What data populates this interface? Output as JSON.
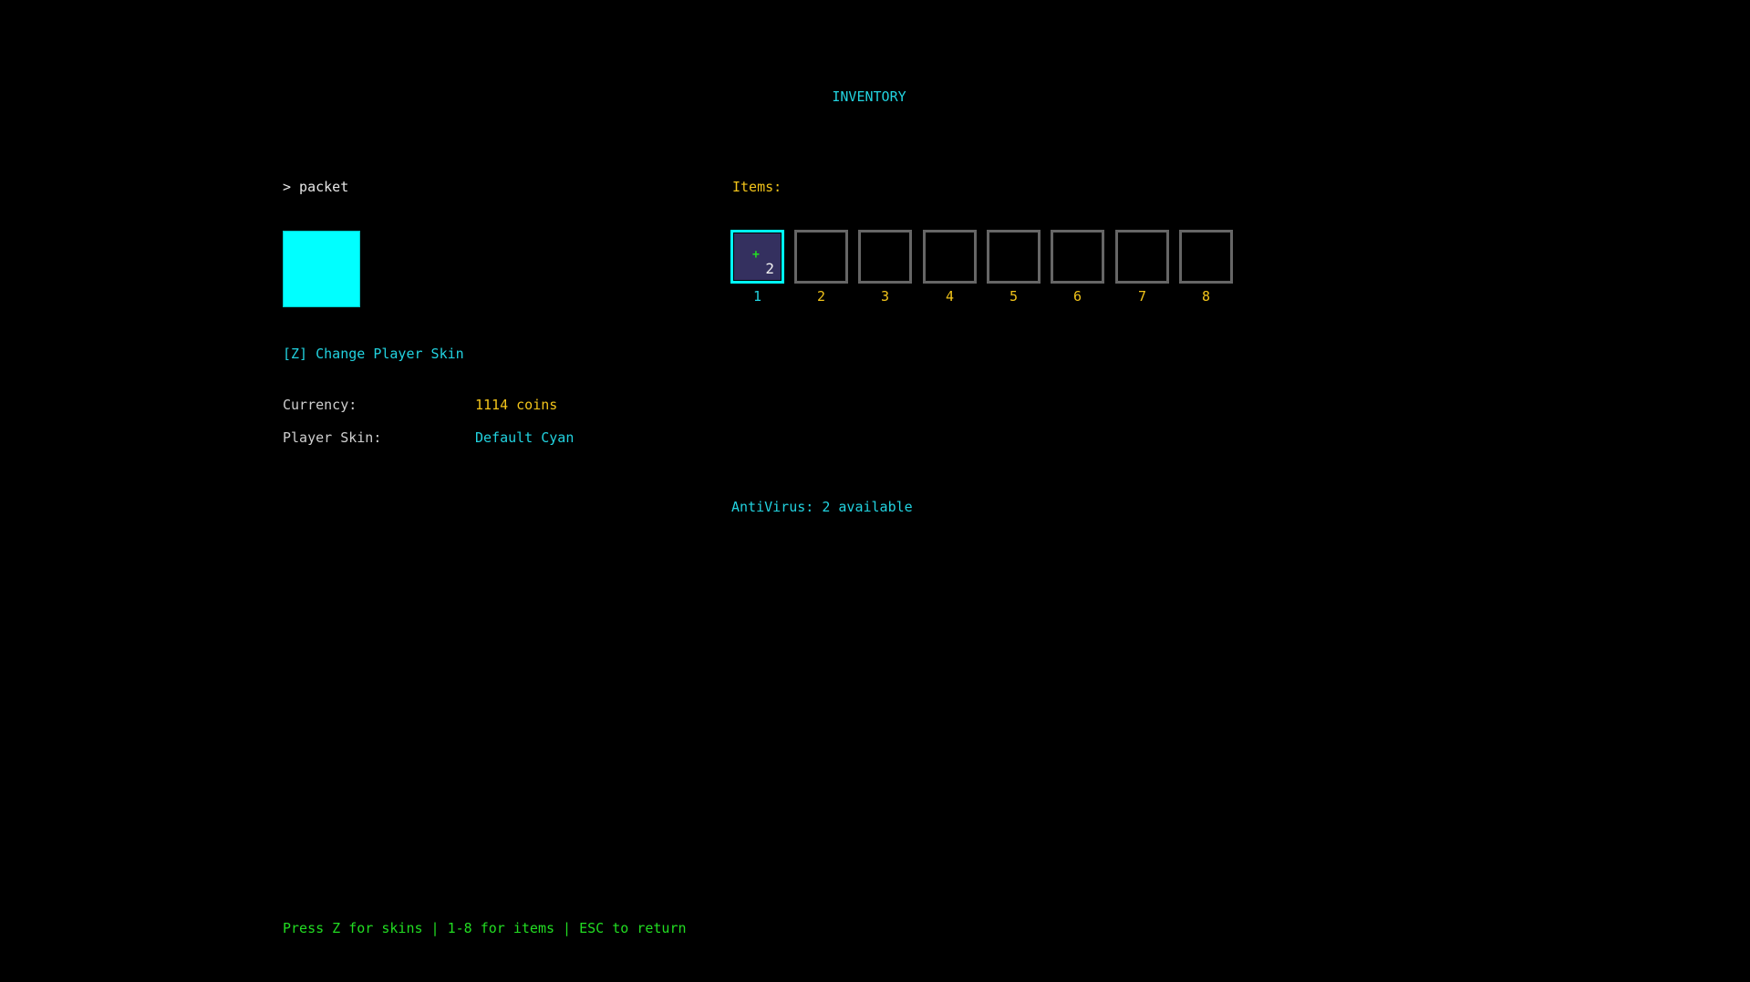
{
  "header": {
    "title": "INVENTORY"
  },
  "player": {
    "name_label": "> packet",
    "skin_preview_color": "#00ffff",
    "change_skin_label": "[Z] Change Player Skin",
    "stats": {
      "currency_label": "Currency:",
      "currency_value": "1114 coins",
      "skin_label": "Player Skin:",
      "skin_value": "Default Cyan"
    }
  },
  "items": {
    "label": "Items:",
    "slots": [
      {
        "number": "1",
        "selected": true,
        "icon": "plus-icon",
        "icon_glyph": "+",
        "count": "2"
      },
      {
        "number": "2",
        "selected": false,
        "icon": "",
        "icon_glyph": "",
        "count": ""
      },
      {
        "number": "3",
        "selected": false,
        "icon": "",
        "icon_glyph": "",
        "count": ""
      },
      {
        "number": "4",
        "selected": false,
        "icon": "",
        "icon_glyph": "",
        "count": ""
      },
      {
        "number": "5",
        "selected": false,
        "icon": "",
        "icon_glyph": "",
        "count": ""
      },
      {
        "number": "6",
        "selected": false,
        "icon": "",
        "icon_glyph": "",
        "count": ""
      },
      {
        "number": "7",
        "selected": false,
        "icon": "",
        "icon_glyph": "",
        "count": ""
      },
      {
        "number": "8",
        "selected": false,
        "icon": "",
        "icon_glyph": "",
        "count": ""
      }
    ],
    "selected_item_info": "AntiVirus: 2 available"
  },
  "footer": {
    "hint": "Press Z for skins | 1-8 for items | ESC to return"
  },
  "colors": {
    "background": "#000000",
    "accent_cyan": "#22d3e0",
    "highlight_yellow": "#f2c41a",
    "hint_green": "#22dd22",
    "slot_border": "#666666",
    "slot_selected_border": "#00ffff",
    "slot_selected_fill": "#34305f"
  }
}
